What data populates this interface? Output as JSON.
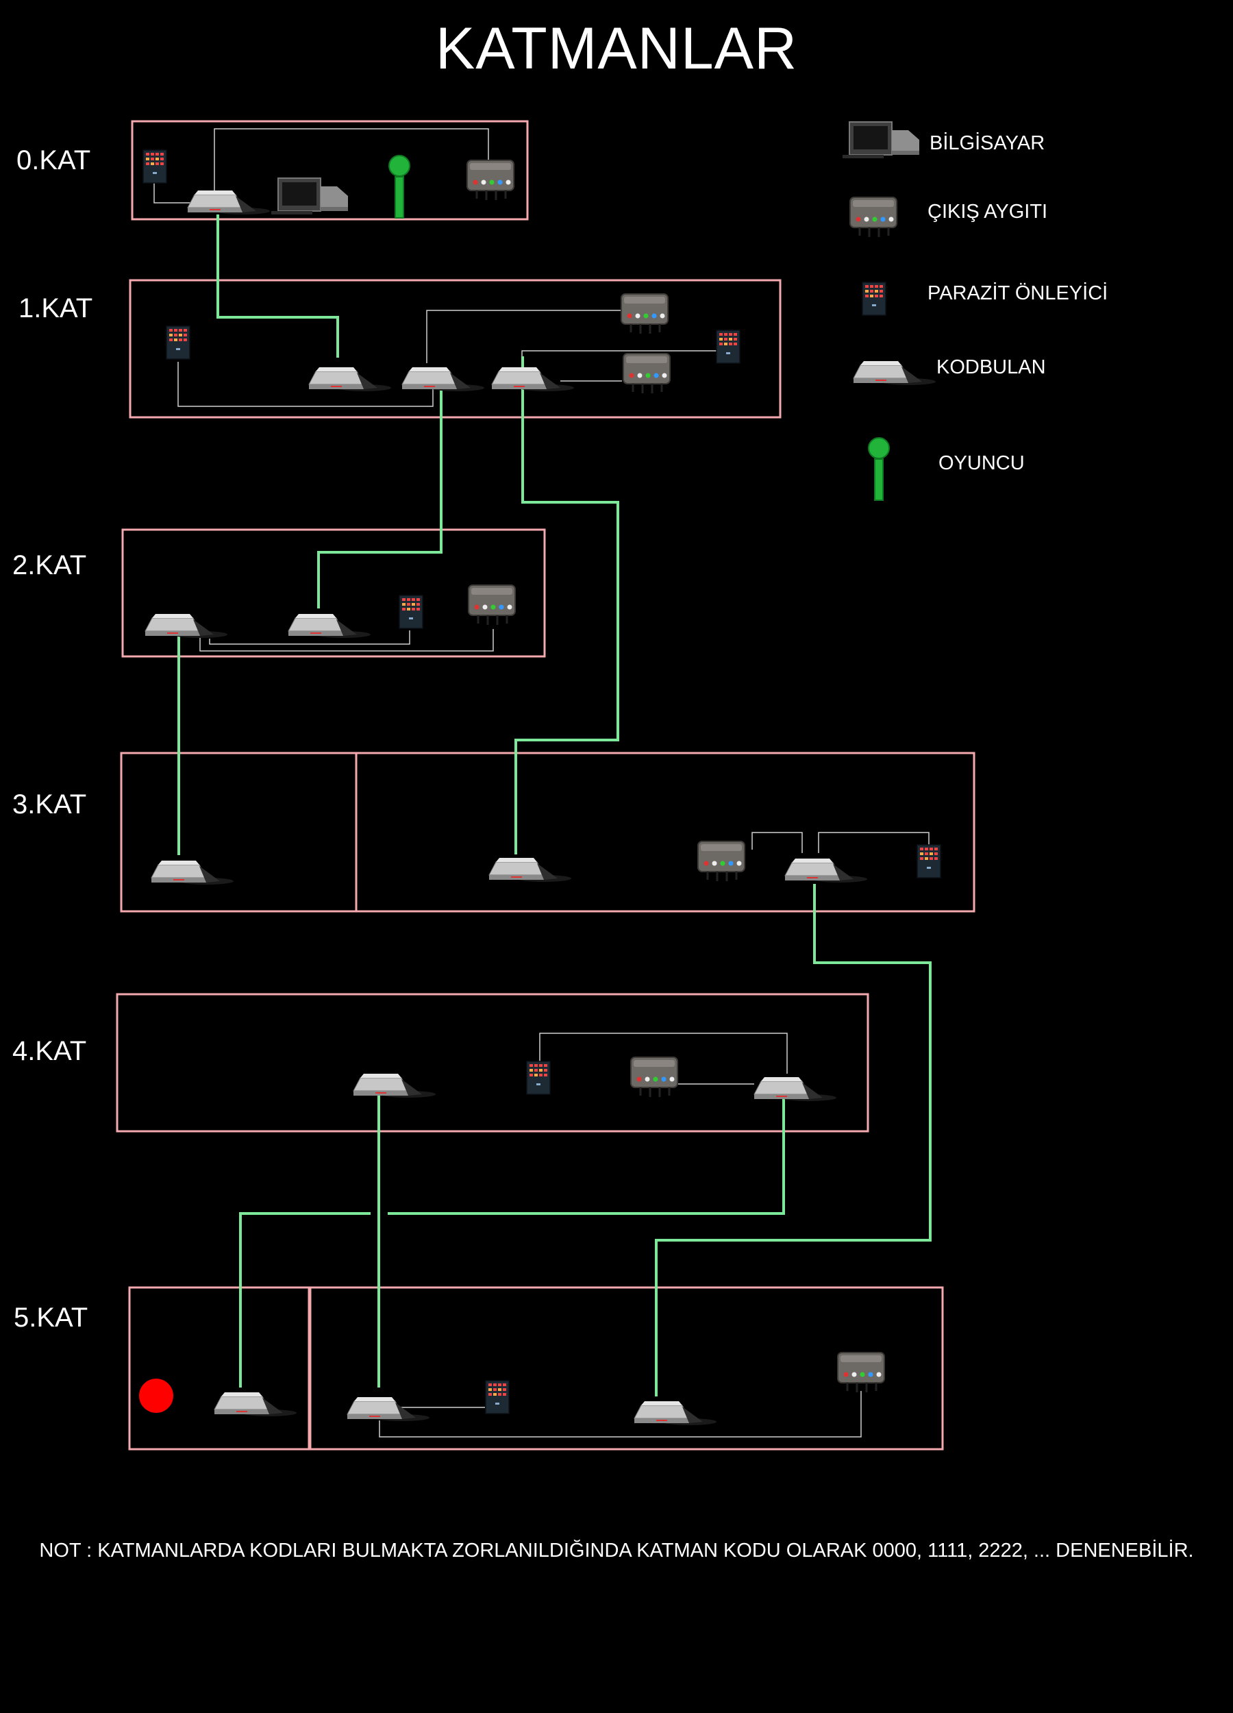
{
  "title": "KATMANLAR",
  "floors": [
    "0.KAT",
    "1.KAT",
    "2.KAT",
    "3.KAT",
    "4.KAT",
    "5.KAT"
  ],
  "legend": [
    {
      "icon": "computer-icon",
      "label": "BİLGİSAYAR"
    },
    {
      "icon": "output-device-icon",
      "label": "ÇIKIŞ AYGITI"
    },
    {
      "icon": "interference-blocker-icon",
      "label": "PARAZİT ÖNLEYİCİ"
    },
    {
      "icon": "code-finder-icon",
      "label": "KODBULAN"
    },
    {
      "icon": "player-icon",
      "label": "OYUNCU"
    }
  ],
  "note": "NOT : KATMANLARDA KODLARI BULMAKTA ZORLANILDIĞINDA KATMAN KODU OLARAK 0000, 1111, 2222, ... DENENEBİLİR.",
  "colors": {
    "background": "#000000",
    "room_border": "#f3a9ad",
    "signal_link": "#7ee89a",
    "wire": "#d0d0d0",
    "player": "#22b33a",
    "target": "#ff0000"
  }
}
